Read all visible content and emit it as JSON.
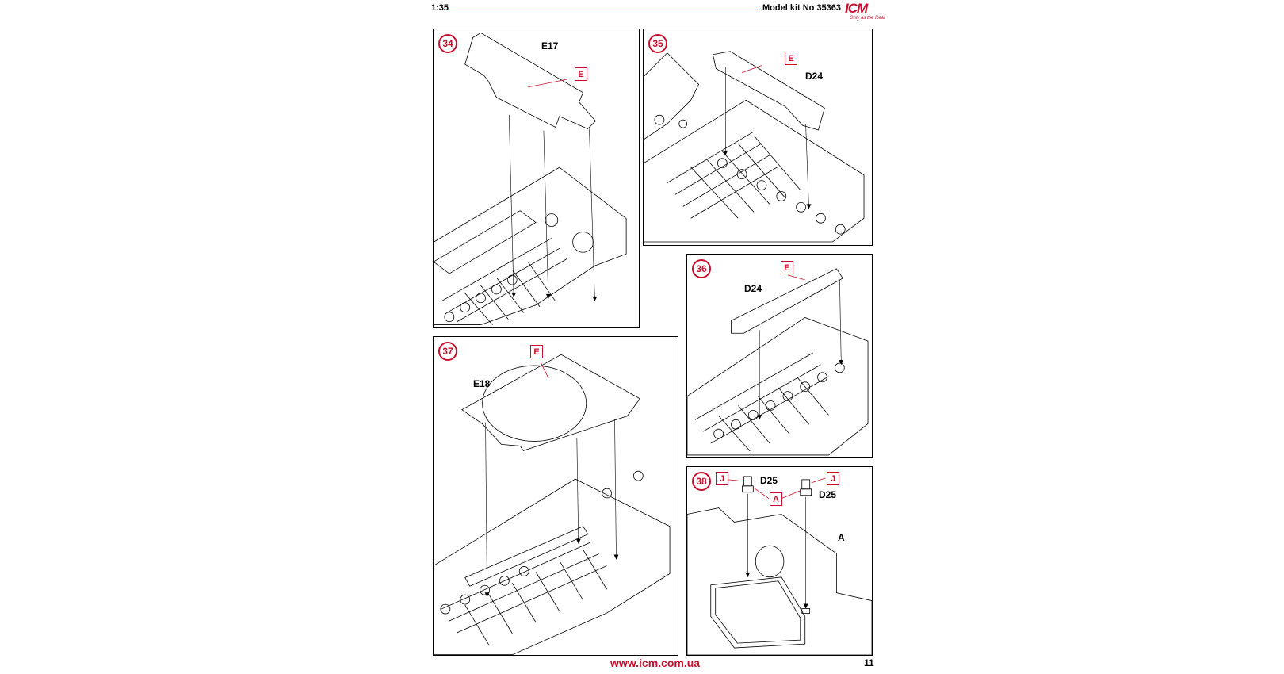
{
  "header": {
    "scale": "1:35",
    "kit_label": "Model kit No 35363",
    "brand": "ICM",
    "brand_tagline": "Only as the Real",
    "brand_color": "#c8102e"
  },
  "steps": {
    "s34": {
      "number": "34",
      "part": "E17",
      "sprue": "E"
    },
    "s35": {
      "number": "35",
      "part": "D24",
      "sprue": "E"
    },
    "s36": {
      "number": "36",
      "part": "D24",
      "sprue": "E"
    },
    "s37": {
      "number": "37",
      "part": "E18",
      "sprue": "E"
    },
    "s38": {
      "number": "38",
      "part_left": "D25",
      "part_right": "D25",
      "hull_label": "A",
      "sprue_j_left": "J",
      "sprue_j_right": "J",
      "sprue_a": "A"
    }
  },
  "footer": {
    "url": "www.icm.com.ua",
    "page_number": "11"
  }
}
